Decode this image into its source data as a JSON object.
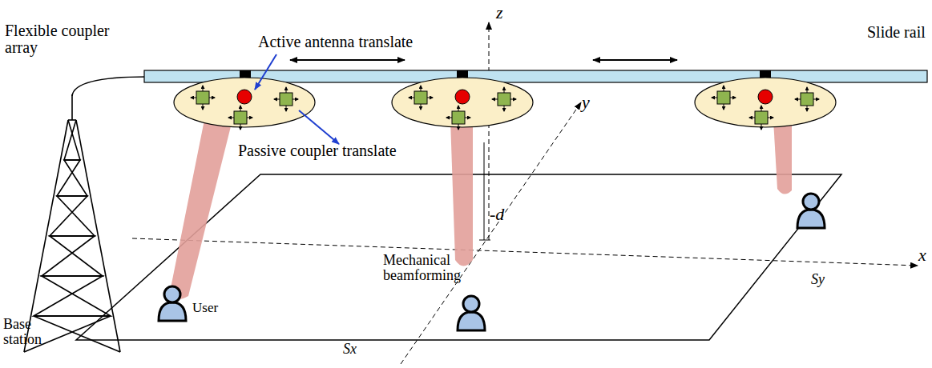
{
  "diagram": {
    "labels": [
      "Flexible coupler array",
      "Active antenna translate",
      "Slide rail",
      "Passive coupler translate",
      "z",
      "y",
      "x",
      "-d",
      "Mechanical beamforming",
      "Base station",
      "User",
      "Sx",
      "Sy"
    ]
  }
}
